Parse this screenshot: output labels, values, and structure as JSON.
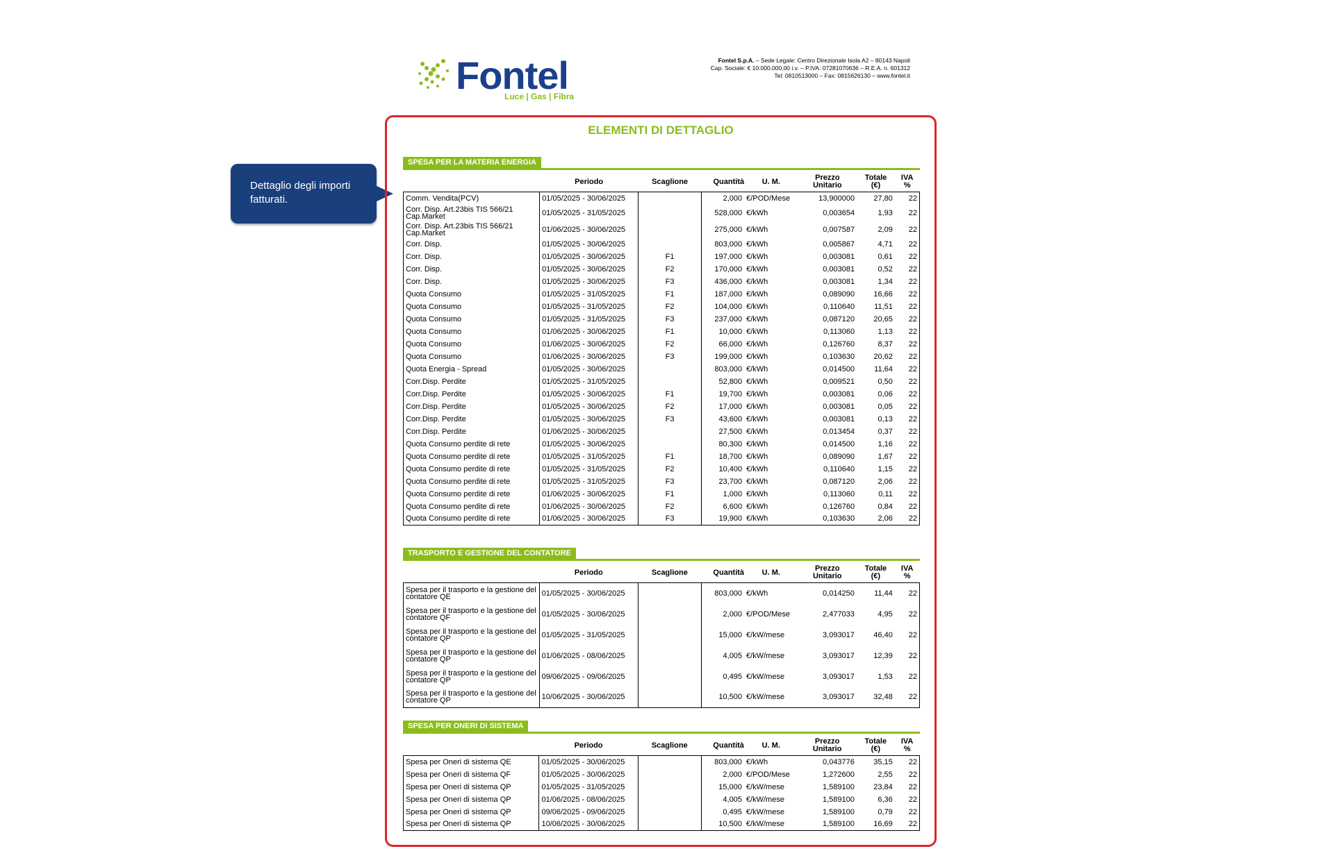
{
  "header": {
    "logo_text": "Fontel",
    "logo_tagline": "Luce | Gas | Fibra",
    "company_name": "Fontel S.p.A.",
    "company_line1": "– Sede Legale: Centro Direzionale Isola A2 – 80143 Napoli",
    "company_line2": "Cap. Sociale: € 10.000.000,00 i.v. – P.IVA: 07281070636 – R.E.A. n. 601312",
    "company_line3": "Tel: 0810513000 – Fax: 0815626130 – www.fontel.it"
  },
  "callout": {
    "text": "Dettaglio degli importi fatturati."
  },
  "title": "ELEMENTI DI DETTAGLIO",
  "columns": {
    "periodo": "Periodo",
    "scaglione": "Scaglione",
    "quantita": "Quantità",
    "um": "U. M.",
    "prezzo_1": "Prezzo",
    "prezzo_2": "Unitario",
    "totale_1": "Totale",
    "totale_2": "(€)",
    "iva_1": "IVA",
    "iva_2": "%"
  },
  "sections": [
    {
      "title": "SPESA PER LA MATERIA ENERGIA",
      "rows": [
        [
          "Comm. Vendita(PCV)",
          "01/05/2025 - 30/06/2025",
          "",
          "2,000",
          "€/POD/Mese",
          "13,900000",
          "27,80",
          "22"
        ],
        [
          "Corr. Disp. Art.23bis TIS 566/21 Cap.Market",
          "01/05/2025 - 31/05/2025",
          "",
          "528,000",
          "€/kWh",
          "0,003654",
          "1,93",
          "22"
        ],
        [
          "Corr. Disp. Art.23bis TIS 566/21 Cap.Market",
          "01/06/2025 - 30/06/2025",
          "",
          "275,000",
          "€/kWh",
          "0,007587",
          "2,09",
          "22"
        ],
        [
          "Corr. Disp.",
          "01/05/2025 - 30/06/2025",
          "",
          "803,000",
          "€/kWh",
          "0,005867",
          "4,71",
          "22"
        ],
        [
          "Corr. Disp.",
          "01/05/2025 - 30/06/2025",
          "F1",
          "197,000",
          "€/kWh",
          "0,003081",
          "0,61",
          "22"
        ],
        [
          "Corr. Disp.",
          "01/05/2025 - 30/06/2025",
          "F2",
          "170,000",
          "€/kWh",
          "0,003081",
          "0,52",
          "22"
        ],
        [
          "Corr. Disp.",
          "01/05/2025 - 30/06/2025",
          "F3",
          "436,000",
          "€/kWh",
          "0,003081",
          "1,34",
          "22"
        ],
        [
          "Quota Consumo",
          "01/05/2025 - 31/05/2025",
          "F1",
          "187,000",
          "€/kWh",
          "0,089090",
          "16,66",
          "22"
        ],
        [
          "Quota Consumo",
          "01/05/2025 - 31/05/2025",
          "F2",
          "104,000",
          "€/kWh",
          "0,110640",
          "11,51",
          "22"
        ],
        [
          "Quota Consumo",
          "01/05/2025 - 31/05/2025",
          "F3",
          "237,000",
          "€/kWh",
          "0,087120",
          "20,65",
          "22"
        ],
        [
          "Quota Consumo",
          "01/06/2025 - 30/06/2025",
          "F1",
          "10,000",
          "€/kWh",
          "0,113060",
          "1,13",
          "22"
        ],
        [
          "Quota Consumo",
          "01/06/2025 - 30/06/2025",
          "F2",
          "66,000",
          "€/kWh",
          "0,126760",
          "8,37",
          "22"
        ],
        [
          "Quota Consumo",
          "01/06/2025 - 30/06/2025",
          "F3",
          "199,000",
          "€/kWh",
          "0,103630",
          "20,62",
          "22"
        ],
        [
          "Quota Energia - Spread",
          "01/05/2025 - 30/06/2025",
          "",
          "803,000",
          "€/kWh",
          "0,014500",
          "11,64",
          "22"
        ],
        [
          "Corr.Disp. Perdite",
          "01/05/2025 - 31/05/2025",
          "",
          "52,800",
          "€/kWh",
          "0,009521",
          "0,50",
          "22"
        ],
        [
          "Corr.Disp. Perdite",
          "01/05/2025 - 30/06/2025",
          "F1",
          "19,700",
          "€/kWh",
          "0,003081",
          "0,06",
          "22"
        ],
        [
          "Corr.Disp. Perdite",
          "01/05/2025 - 30/06/2025",
          "F2",
          "17,000",
          "€/kWh",
          "0,003081",
          "0,05",
          "22"
        ],
        [
          "Corr.Disp. Perdite",
          "01/05/2025 - 30/06/2025",
          "F3",
          "43,600",
          "€/kWh",
          "0,003081",
          "0,13",
          "22"
        ],
        [
          "Corr.Disp. Perdite",
          "01/06/2025 - 30/06/2025",
          "",
          "27,500",
          "€/kWh",
          "0,013454",
          "0,37",
          "22"
        ],
        [
          "Quota Consumo perdite di rete",
          "01/05/2025 - 30/06/2025",
          "",
          "80,300",
          "€/kWh",
          "0,014500",
          "1,16",
          "22"
        ],
        [
          "Quota Consumo perdite di rete",
          "01/05/2025 - 31/05/2025",
          "F1",
          "18,700",
          "€/kWh",
          "0,089090",
          "1,67",
          "22"
        ],
        [
          "Quota Consumo perdite di rete",
          "01/05/2025 - 31/05/2025",
          "F2",
          "10,400",
          "€/kWh",
          "0,110640",
          "1,15",
          "22"
        ],
        [
          "Quota Consumo perdite di rete",
          "01/05/2025 - 31/05/2025",
          "F3",
          "23,700",
          "€/kWh",
          "0,087120",
          "2,06",
          "22"
        ],
        [
          "Quota Consumo perdite di rete",
          "01/06/2025 - 30/06/2025",
          "F1",
          "1,000",
          "€/kWh",
          "0,113060",
          "0,11",
          "22"
        ],
        [
          "Quota Consumo perdite di rete",
          "01/06/2025 - 30/06/2025",
          "F2",
          "6,600",
          "€/kWh",
          "0,126760",
          "0,84",
          "22"
        ],
        [
          "Quota Consumo perdite di rete",
          "01/06/2025 - 30/06/2025",
          "F3",
          "19,900",
          "€/kWh",
          "0,103630",
          "2,06",
          "22"
        ]
      ]
    },
    {
      "title": "TRASPORTO E GESTIONE DEL CONTATORE",
      "rows": [
        [
          "Spesa per il trasporto e la gestione del contatore QE",
          "01/05/2025 - 30/06/2025",
          "",
          "803,000",
          "€/kWh",
          "0,014250",
          "11,44",
          "22"
        ],
        [
          "Spesa per il trasporto e la gestione del contatore QF",
          "01/05/2025 - 30/06/2025",
          "",
          "2,000",
          "€/POD/Mese",
          "2,477033",
          "4,95",
          "22"
        ],
        [
          "Spesa per il trasporto e la gestione del contatore QP",
          "01/05/2025 - 31/05/2025",
          "",
          "15,000",
          "€/kW/mese",
          "3,093017",
          "46,40",
          "22"
        ],
        [
          "Spesa per il trasporto e la gestione del contatore QP",
          "01/06/2025 - 08/06/2025",
          "",
          "4,005",
          "€/kW/mese",
          "3,093017",
          "12,39",
          "22"
        ],
        [
          "Spesa per il trasporto e la gestione del contatore QP",
          "09/06/2025 - 09/06/2025",
          "",
          "0,495",
          "€/kW/mese",
          "3,093017",
          "1,53",
          "22"
        ],
        [
          "Spesa per il trasporto e la gestione del contatore QP",
          "10/06/2025 - 30/06/2025",
          "",
          "10,500",
          "€/kW/mese",
          "3,093017",
          "32,48",
          "22"
        ]
      ]
    },
    {
      "title": "SPESA PER ONERI DI SISTEMA",
      "rows": [
        [
          "Spesa per Oneri di sistema QE",
          "01/05/2025 - 30/06/2025",
          "",
          "803,000",
          "€/kWh",
          "0,043776",
          "35,15",
          "22"
        ],
        [
          "Spesa per Oneri di sistema QF",
          "01/05/2025 - 30/06/2025",
          "",
          "2,000",
          "€/POD/Mese",
          "1,272600",
          "2,55",
          "22"
        ],
        [
          "Spesa per Oneri di sistema QP",
          "01/05/2025 - 31/05/2025",
          "",
          "15,000",
          "€/kW/mese",
          "1,589100",
          "23,84",
          "22"
        ],
        [
          "Spesa per Oneri di sistema QP",
          "01/06/2025 - 08/06/2025",
          "",
          "4,005",
          "€/kW/mese",
          "1,589100",
          "6,36",
          "22"
        ],
        [
          "Spesa per Oneri di sistema QP",
          "09/06/2025 - 09/06/2025",
          "",
          "0,495",
          "€/kW/mese",
          "1,589100",
          "0,79",
          "22"
        ],
        [
          "Spesa per Oneri di sistema QP",
          "10/06/2025 - 30/06/2025",
          "",
          "10,500",
          "€/kW/mese",
          "1,589100",
          "16,69",
          "22"
        ]
      ]
    }
  ]
}
